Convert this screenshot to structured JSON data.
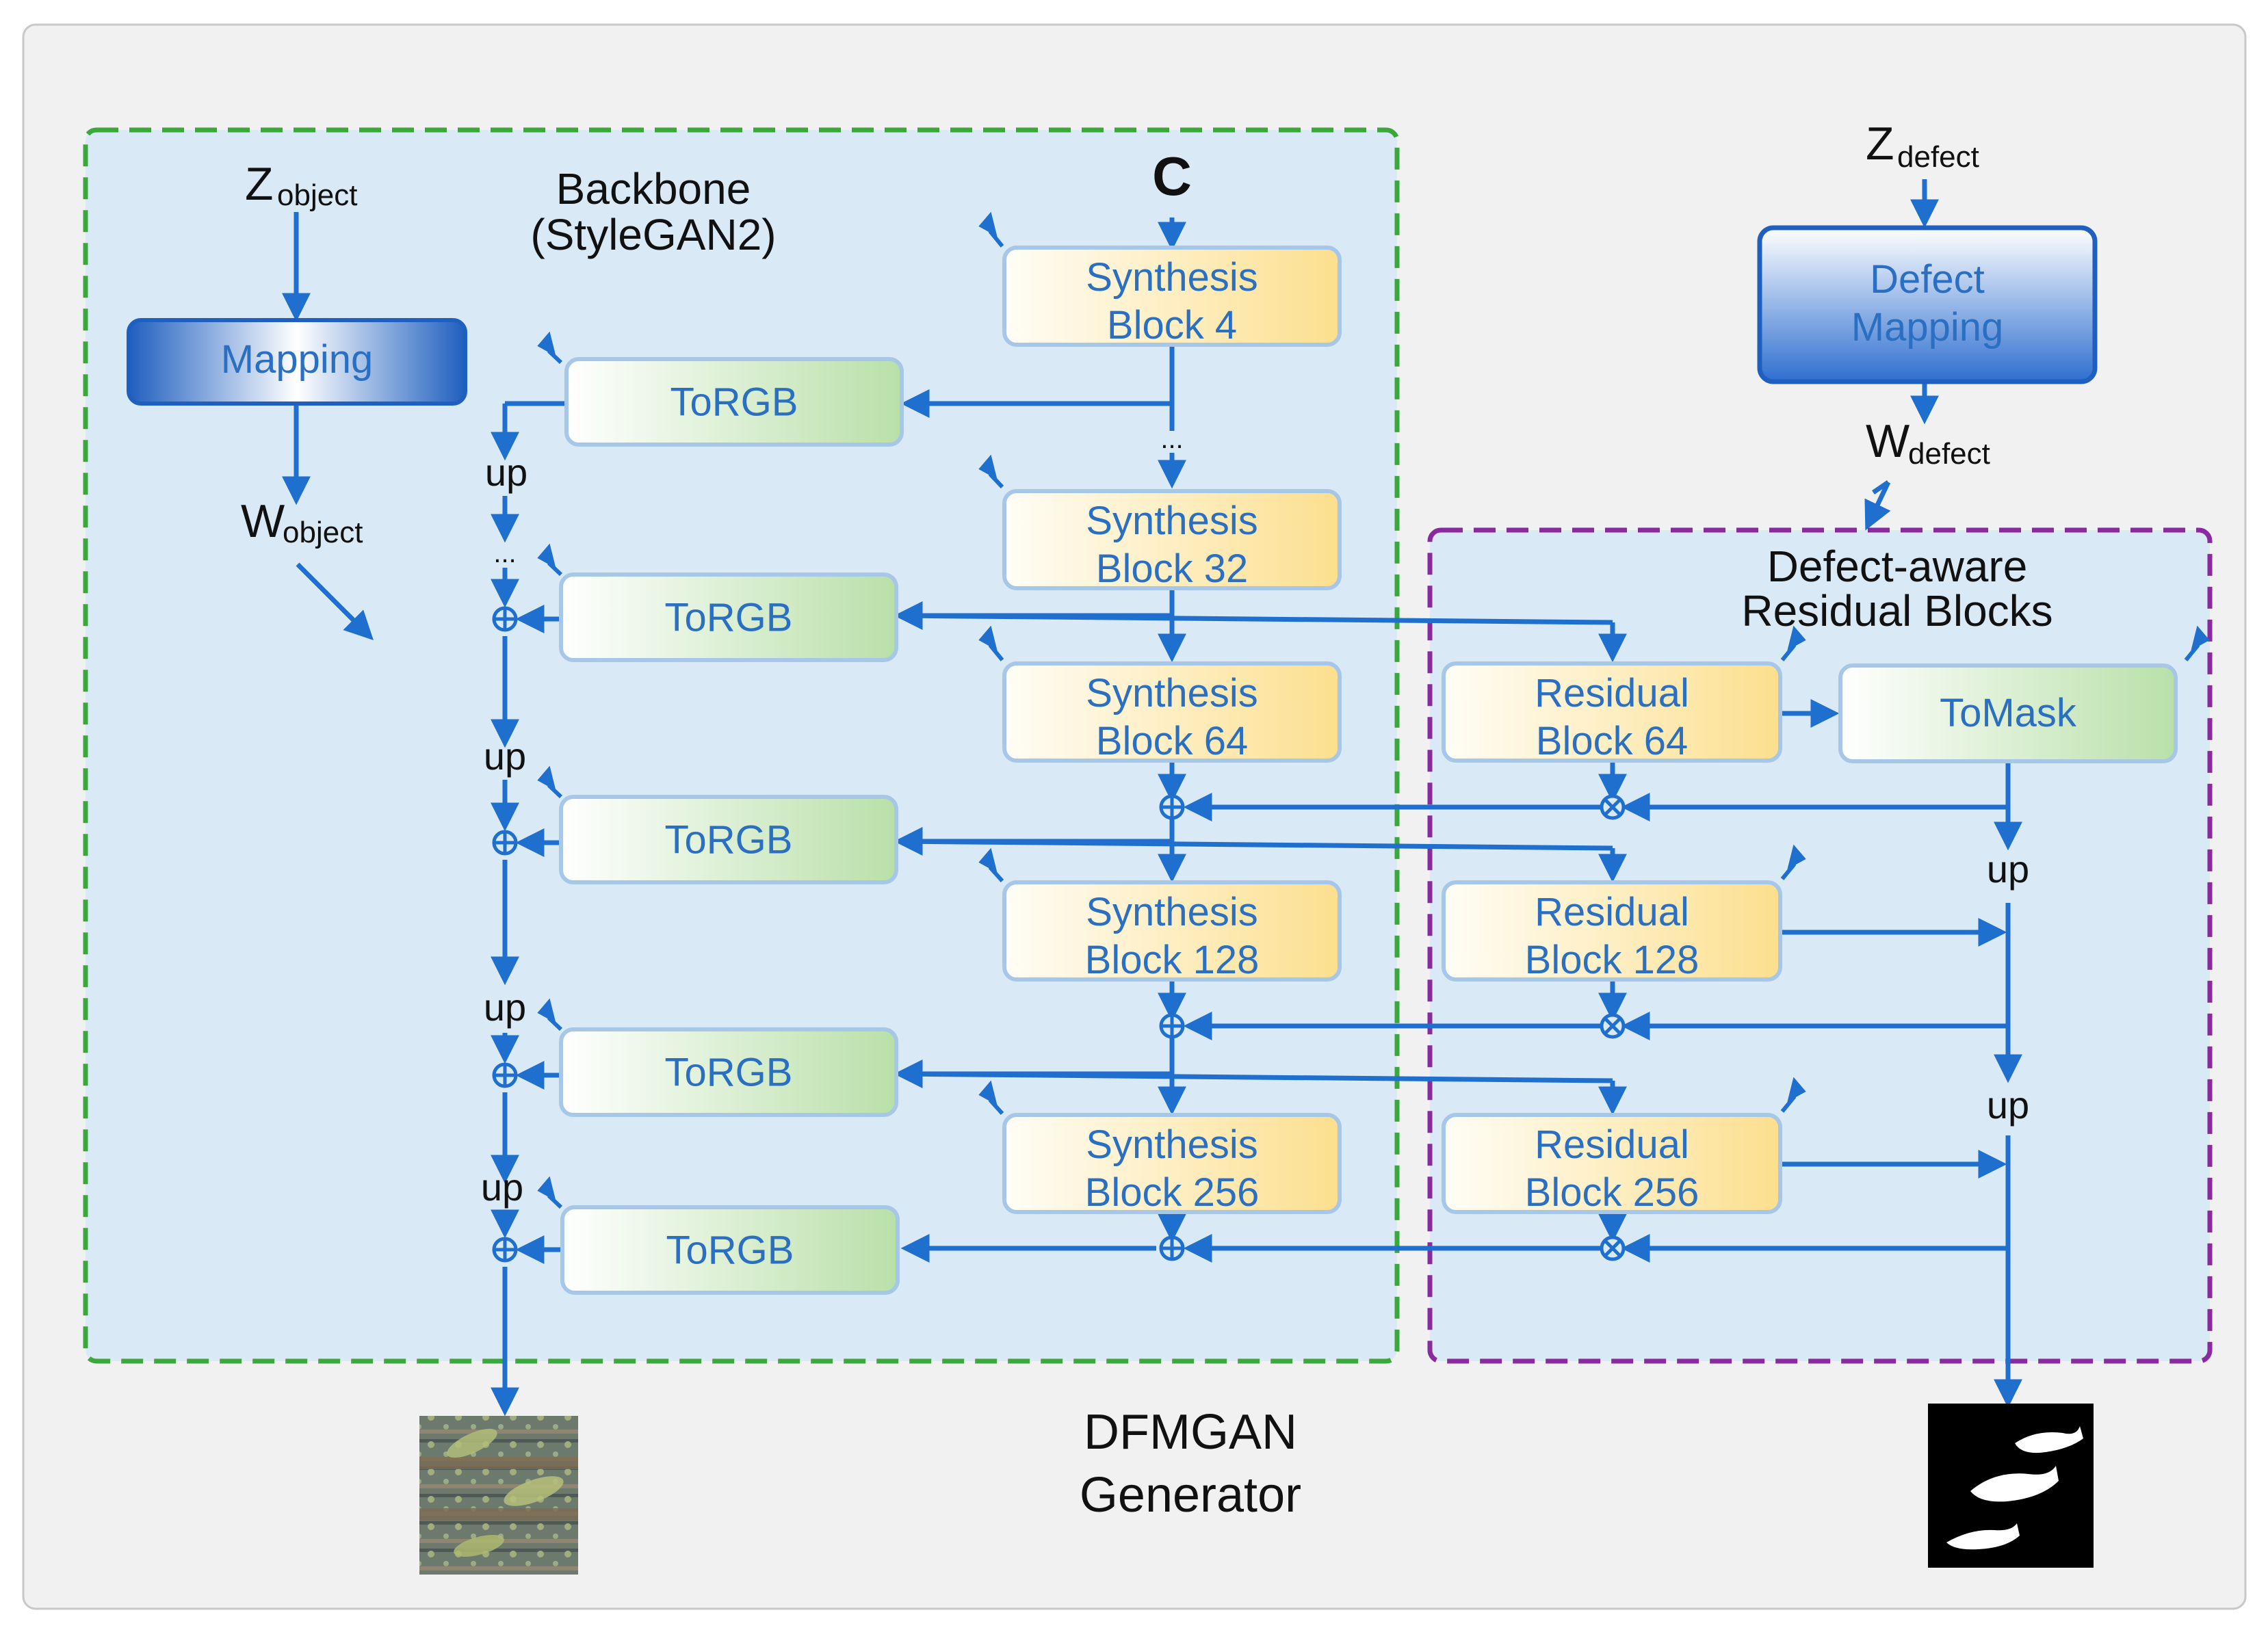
{
  "figure": {
    "title_line1": "DFMGAN",
    "title_line2": "Generator"
  },
  "backbone": {
    "title_line1": "Backbone",
    "title_line2": "(StyleGAN2)",
    "z_object_main": "Z",
    "z_object_sub": "object",
    "w_object_main": "W",
    "w_object_sub": "object",
    "const_label": "C",
    "mapping_label": "Mapping",
    "ellipsis": "...",
    "up_label": "up",
    "torgb_label": "ToRGB",
    "synthesis_blocks": [
      {
        "line1": "Synthesis",
        "line2": "Block 4"
      },
      {
        "line1": "Synthesis",
        "line2": "Block 32"
      },
      {
        "line1": "Synthesis",
        "line2": "Block 64"
      },
      {
        "line1": "Synthesis",
        "line2": "Block 128"
      },
      {
        "line1": "Synthesis",
        "line2": "Block 256"
      }
    ]
  },
  "defect": {
    "z_defect_main": "Z",
    "z_defect_sub": "defect",
    "w_defect_main": "W",
    "w_defect_sub": "defect",
    "mapping_line1": "Defect",
    "mapping_line2": "Mapping",
    "section_title_line1": "Defect-aware",
    "section_title_line2": "Residual Blocks",
    "tomask_label": "ToMask",
    "up_label": "up",
    "residual_blocks": [
      {
        "line1": "Residual",
        "line2": "Block 64"
      },
      {
        "line1": "Residual",
        "line2": "Block 128"
      },
      {
        "line1": "Residual",
        "line2": "Block 256"
      }
    ]
  },
  "colors": {
    "arrow": "#1f6fcf",
    "node_text": "#2a6fc2",
    "backbone_border": "#3aa83a",
    "defect_border": "#8a2aa0",
    "panel_fill": "#dae9f6",
    "outer_fill": "#f1f1f1"
  }
}
